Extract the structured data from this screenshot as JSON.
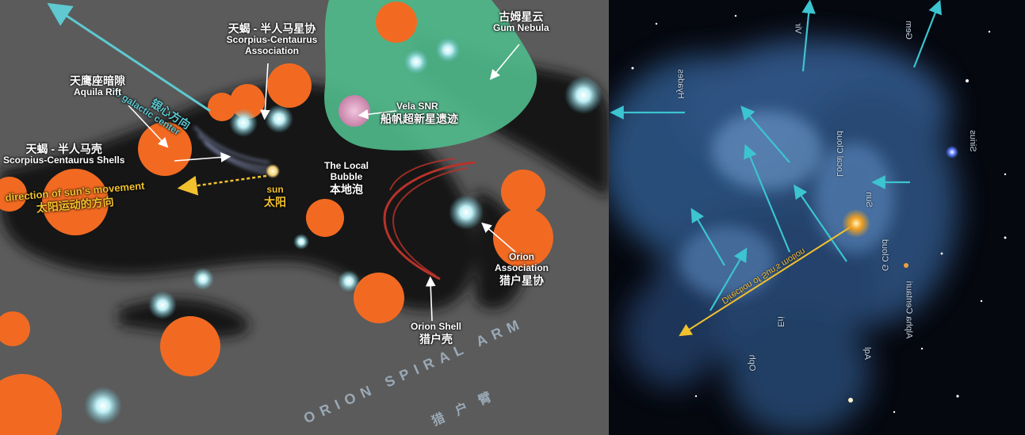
{
  "left": {
    "galactic_center_en": "to galactic center",
    "galactic_center_zh": "银心方向",
    "sco_cen_assoc_zh": "天蝎 - 半人马星协",
    "sco_cen_assoc_en": "Scorpius-Centaurus Association",
    "aquila_zh": "天鹰座暗隙",
    "aquila_en": "Aquila Rift",
    "sco_cen_shells_zh": "天蝎 - 半人马壳",
    "sco_cen_shells_en": "Scorpius-Centaurus Shells",
    "sun_movement_en": "direction of sun's movement",
    "sun_movement_zh": "太阳运动的方向",
    "sun_en": "sun",
    "sun_zh": "太阳",
    "gum_zh": "古姆星云",
    "gum_en": "Gum Nebula",
    "vela_en": "Vela SNR",
    "vela_zh": "船帆超新星遗迹",
    "bubble_en": "The Local Bubble",
    "bubble_zh": "本地泡",
    "orion_assoc_en": "Orion Association",
    "orion_assoc_zh": "猎户星协",
    "orion_shell_en": "Orion Shell",
    "orion_shell_zh": "猎户壳",
    "arm_en": "ORION SPIRAL ARM",
    "arm_zh": "猎户臂"
  },
  "right": {
    "hyades": "Hyades",
    "vir": "Vir",
    "gem": "Gem",
    "sirius": "Sirius",
    "local_cloud": "Local Cloud",
    "sun": "Sun",
    "cloud_g": "G Cloud",
    "motion": "Direction of Sun's motion",
    "alpha_cen": "Alpha Centauri",
    "eri": "Eri",
    "oph": "Oph",
    "aql": "Aql"
  },
  "colors": {
    "orange": "#f26a22",
    "gum_green": "#4fb98a",
    "cyan_star": "#9fe3ec",
    "sun_arrow": "#f2c12e",
    "arrow_cyan": "#3cc4d0"
  }
}
